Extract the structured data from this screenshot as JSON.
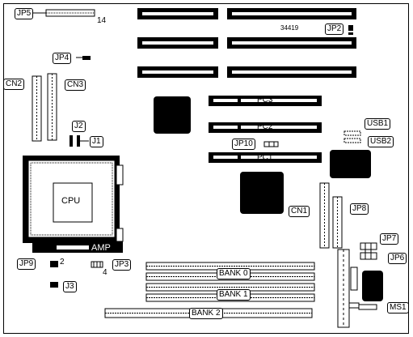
{
  "labels": {
    "jp5": "JP5",
    "n14": "14",
    "serial": "34419",
    "jp2": "JP2",
    "jp4": "JP4",
    "cn2": "CN2",
    "cn3": "CN3",
    "pc3": "PC3",
    "pc2": "PC2",
    "pc1": "PC1",
    "jp10": "JP10",
    "usb1": "USB1",
    "usb2": "USB2",
    "j2": "J2",
    "j1": "J1",
    "cpu": "CPU",
    "amp": "AMP",
    "cn1": "CN1",
    "jp8": "JP8",
    "jp7": "JP7",
    "jp6": "JP6",
    "jp9": "JP9",
    "n2": "2",
    "jp3": "JP3",
    "n4": "4",
    "j3": "J3",
    "bank0": "BANK 0",
    "bank1": "BANK 1",
    "bank2": "BANK 2",
    "ms1": "MS1"
  }
}
